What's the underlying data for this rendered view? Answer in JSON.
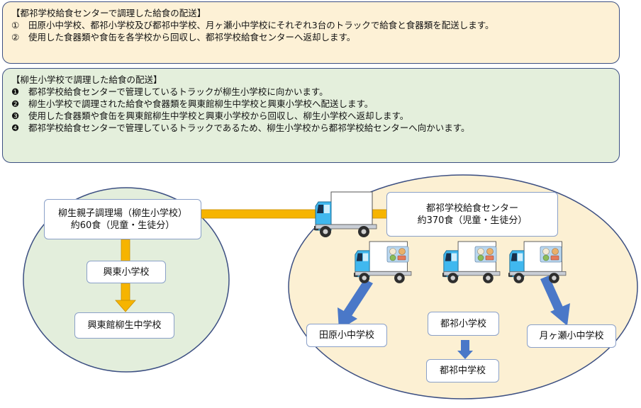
{
  "notes": {
    "center": {
      "title": "【都祁学校給食センターで調理した給食の配送】",
      "items": [
        {
          "mark": "①",
          "text": "田原小中学校、都祁小学校及び都祁中学校、月ヶ瀬小中学校にそれぞれ3台のトラックで給食と食器類を配送します。"
        },
        {
          "mark": "②",
          "text": "使用した食器類や食缶を各学校から回収し、都祁学校給食センターへ返却します。"
        }
      ]
    },
    "yagyu": {
      "title": "【柳生小学校で調理した給食の配送】",
      "items": [
        {
          "mark": "❶",
          "text": "都祁学校給食センターで管理しているトラックが柳生小学校に向かいます。"
        },
        {
          "mark": "❷",
          "text": "柳生小学校で調理された給食や食器類を興東館柳生中学校と興東小学校へ配送します。"
        },
        {
          "mark": "❸",
          "text": "使用した食器類や食缶を興東館柳生中学校と興東小学校から回収し、柳生小学校へ返却します。"
        },
        {
          "mark": "❹",
          "text": "都祁学校給食センターで管理しているトラックであるため、柳生小学校から都祁学校給センターへ向かいます。"
        }
      ]
    }
  },
  "left_group": {
    "kitchen": {
      "name": "柳生親子調理場（柳生小学校）",
      "meals": "約60食（児童・生徒分）"
    },
    "school_1": "興東小学校",
    "school_2": "興東館柳生中学校"
  },
  "right_group": {
    "center": {
      "name": "都祁学校給食センター",
      "meals": "約370食（児童・生徒分）"
    },
    "school_tawara": "田原小中学校",
    "school_tsuge_elem": "都祁小学校",
    "school_tsuge_jh": "都祁中学校",
    "school_tsukigase": "月ヶ瀬小中学校"
  },
  "colors": {
    "ellipse_left": "#e3eedc",
    "ellipse_right": "#fcf0d3",
    "ellipse_stroke": "#3c4f82",
    "connector": "#f6b400",
    "arrow_blue": "#4a78c8",
    "truck_cab": "#40b8ef"
  }
}
